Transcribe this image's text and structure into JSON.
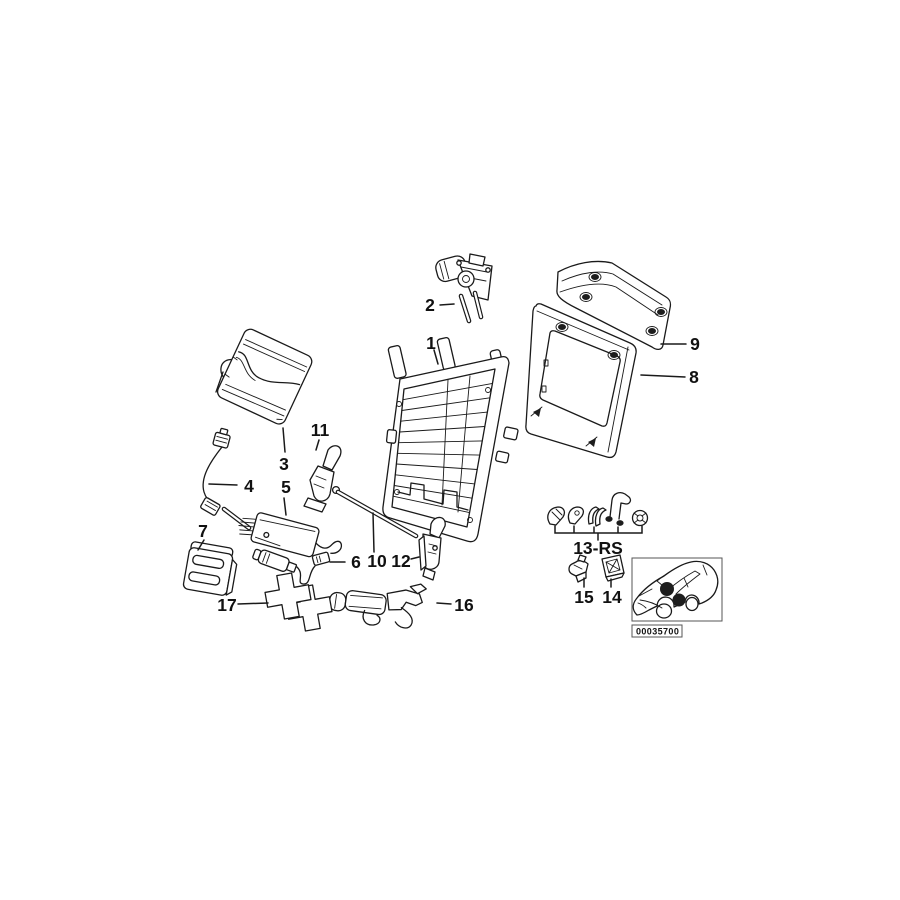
{
  "diagram": {
    "type": "exploded-parts-diagram",
    "subject": "seat backrest frame",
    "callouts": {
      "c1": "1",
      "c2": "2",
      "c3": "3",
      "c4": "4",
      "c5": "5",
      "c6": "6",
      "c7": "7",
      "c8": "8",
      "c9": "9",
      "c10": "10",
      "c11": "11",
      "c12": "12",
      "c13": "13-RS",
      "c14": "14",
      "c15": "15",
      "c16": "16",
      "c17": "17"
    },
    "drawing_number": "00035700",
    "colors": {
      "line": "#1a1a1a",
      "background": "#ffffff",
      "highlight_dots": "#000000"
    }
  }
}
